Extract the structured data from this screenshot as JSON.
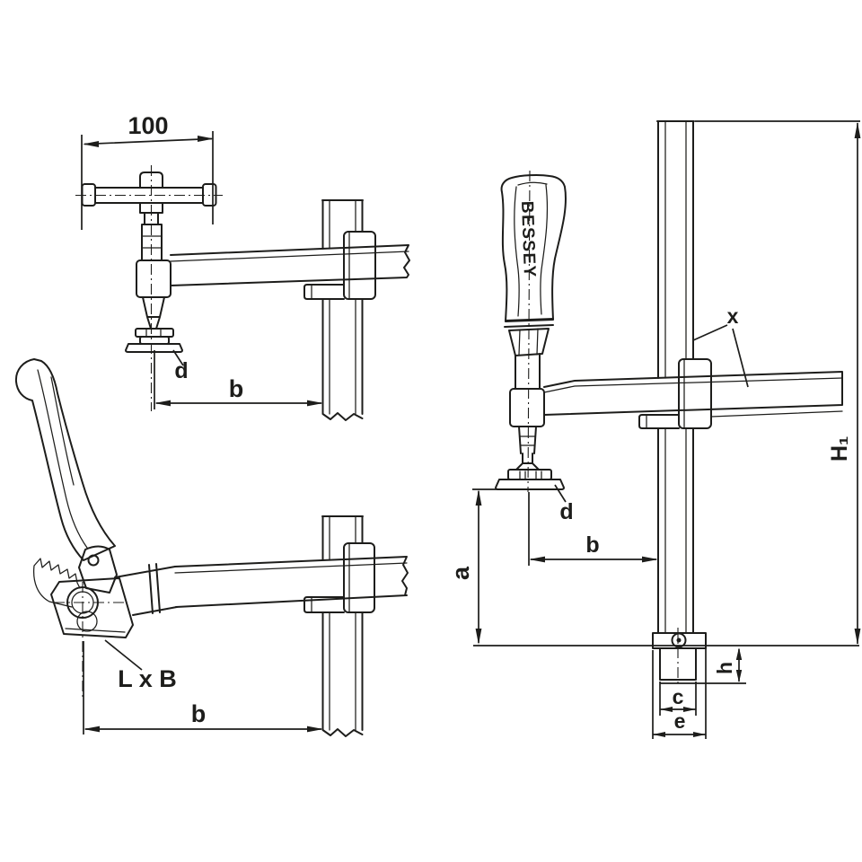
{
  "drawing": {
    "background": "#ffffff",
    "line_color": "#1d1d1b",
    "views": {
      "top_left": {
        "dim_width": "100",
        "pad_diameter_label": "d",
        "throat_depth_label": "b"
      },
      "bottom_left": {
        "pad_size_label": "L x B",
        "throat_depth_label": "b"
      },
      "right": {
        "brand": "BESSEY",
        "rail_label": "x",
        "total_height_label": "H₁",
        "pad_diameter_label": "d",
        "throat_depth_label": "b",
        "clamping_height_label": "a",
        "insert_height_label": "h",
        "insert_width_label": "c",
        "collar_width_label": "e"
      }
    }
  }
}
